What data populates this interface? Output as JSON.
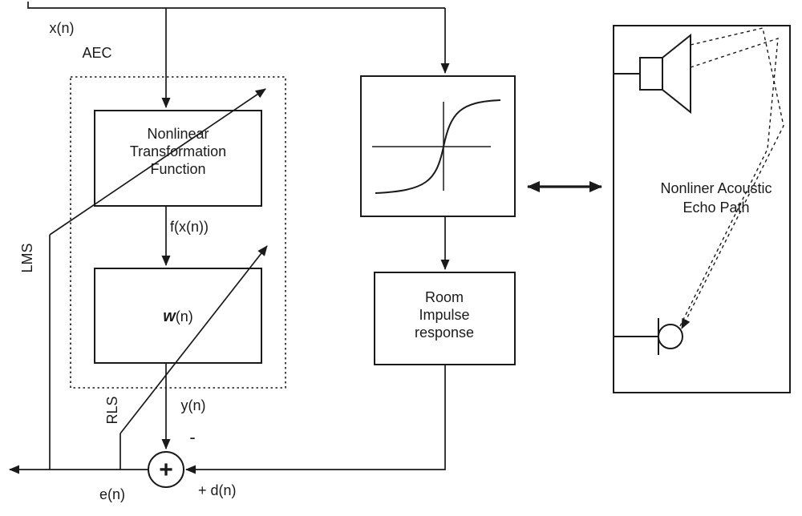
{
  "colors": {
    "ink": "#1a1a1a",
    "background": "#ffffff"
  },
  "labels": {
    "input": "x(n)",
    "aec": "AEC",
    "f_of_x": "f(x(n))",
    "lms": "LMS",
    "rls": "RLS",
    "y": "y(n)",
    "minus": "-",
    "sum_plus": "+",
    "error": "e(n)",
    "desired": "+ d(n)"
  },
  "blocks": {
    "nonlinear_transform": {
      "line1": "Nonlinear",
      "line2": "Transformation",
      "line3": "Function"
    },
    "weights": {
      "symbol": "w",
      "suffix": "(n)"
    },
    "room_impulse": {
      "line1": "Room",
      "line2": "Impulse",
      "line3": "response"
    },
    "echo_path": {
      "line1": "Nonliner Acoustic",
      "line2": "Echo Path"
    }
  }
}
